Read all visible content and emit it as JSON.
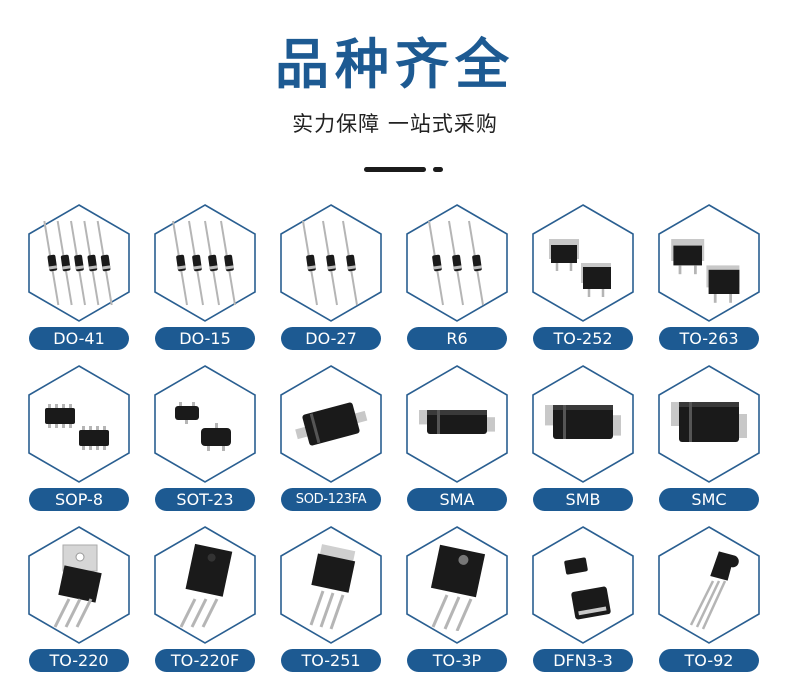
{
  "header": {
    "title": "品种齐全",
    "subtitle": "实力保障 一站式采购"
  },
  "colors": {
    "brand": "#1d5a92",
    "hex_border": "#2a5f91",
    "component_body": "#1a1a1a",
    "lead": "#b5b5b5"
  },
  "packages": [
    {
      "label": "DO-41",
      "icon": "axial-diode-5-icon"
    },
    {
      "label": "DO-15",
      "icon": "axial-diode-4-icon"
    },
    {
      "label": "DO-27",
      "icon": "axial-diode-3-icon"
    },
    {
      "label": "R6",
      "icon": "axial-diode-3-icon"
    },
    {
      "label": "TO-252",
      "icon": "dpak-icon"
    },
    {
      "label": "TO-263",
      "icon": "d2pak-icon"
    },
    {
      "label": "SOP-8",
      "icon": "sop8-chip-icon"
    },
    {
      "label": "SOT-23",
      "icon": "sot23-chip-icon"
    },
    {
      "label": "SOD-123FA",
      "icon": "sod-flat-icon"
    },
    {
      "label": "SMA",
      "icon": "sma-chip-icon"
    },
    {
      "label": "SMB",
      "icon": "smb-chip-icon"
    },
    {
      "label": "SMC",
      "icon": "smc-chip-icon"
    },
    {
      "label": "TO-220",
      "icon": "to220-icon"
    },
    {
      "label": "TO-220F",
      "icon": "to220f-icon"
    },
    {
      "label": "TO-251",
      "icon": "to251-icon"
    },
    {
      "label": "TO-3P",
      "icon": "to3p-icon"
    },
    {
      "label": "DFN3-3",
      "icon": "dfn-chip-icon"
    },
    {
      "label": "TO-92",
      "icon": "to92-icon"
    }
  ]
}
